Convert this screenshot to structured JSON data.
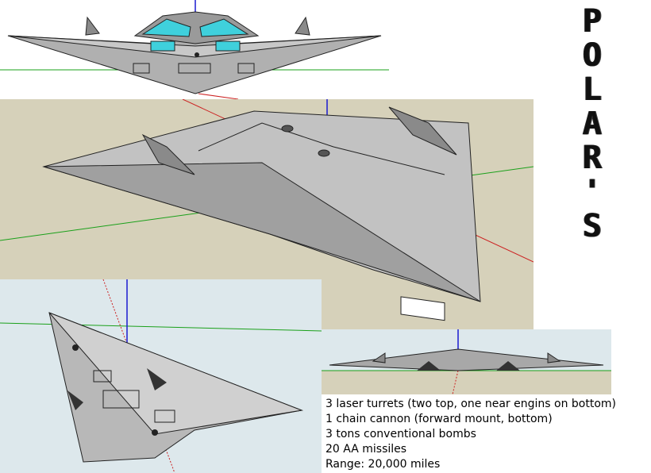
{
  "title": {
    "letters": [
      "P",
      "O",
      "L",
      "A",
      "R",
      "'",
      "S"
    ]
  },
  "specs": {
    "lines": [
      "3 laser turrets (two top, one near engins on bottom)",
      "1 chain cannon (forward mount, bottom)",
      "3 tons conventional bombs",
      "20 AA missiles",
      "Range: 20,000 miles"
    ]
  },
  "colors": {
    "ground": "#d6d1ba",
    "sky": "#dde8ec",
    "hull_light": "#d2d2d2",
    "hull_mid": "#a8a8a8",
    "hull_dark": "#6e6e6e",
    "canopy": "#3fd0dc",
    "axis_red": "#cc2020",
    "axis_green": "#1aa01a",
    "axis_blue": "#1a1ad0"
  }
}
